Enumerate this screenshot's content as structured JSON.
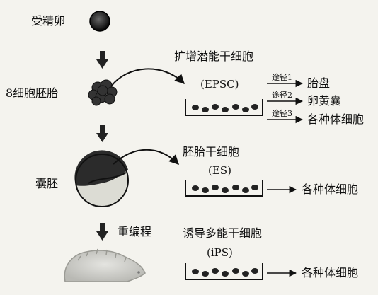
{
  "left_column": {
    "zygote": "受精卵",
    "embryo_8cell": "8细胞胚胎",
    "blastocyst": "囊胚",
    "reprogramming": "重编程"
  },
  "epsc": {
    "title": "扩增潜能干细胞",
    "abbr": "(EPSC)",
    "paths": [
      {
        "label": "途径1",
        "result": "胎盘"
      },
      {
        "label": "途径2",
        "result": "卵黄囊"
      },
      {
        "label": "途径3",
        "result": "各种体细胞"
      }
    ]
  },
  "es": {
    "title": "胚胎干细胞",
    "abbr": "(ES)",
    "result": "各种体细胞"
  },
  "ips": {
    "title": "诱导多能干细胞",
    "abbr": "(iPS)",
    "result": "各种体细胞"
  }
}
